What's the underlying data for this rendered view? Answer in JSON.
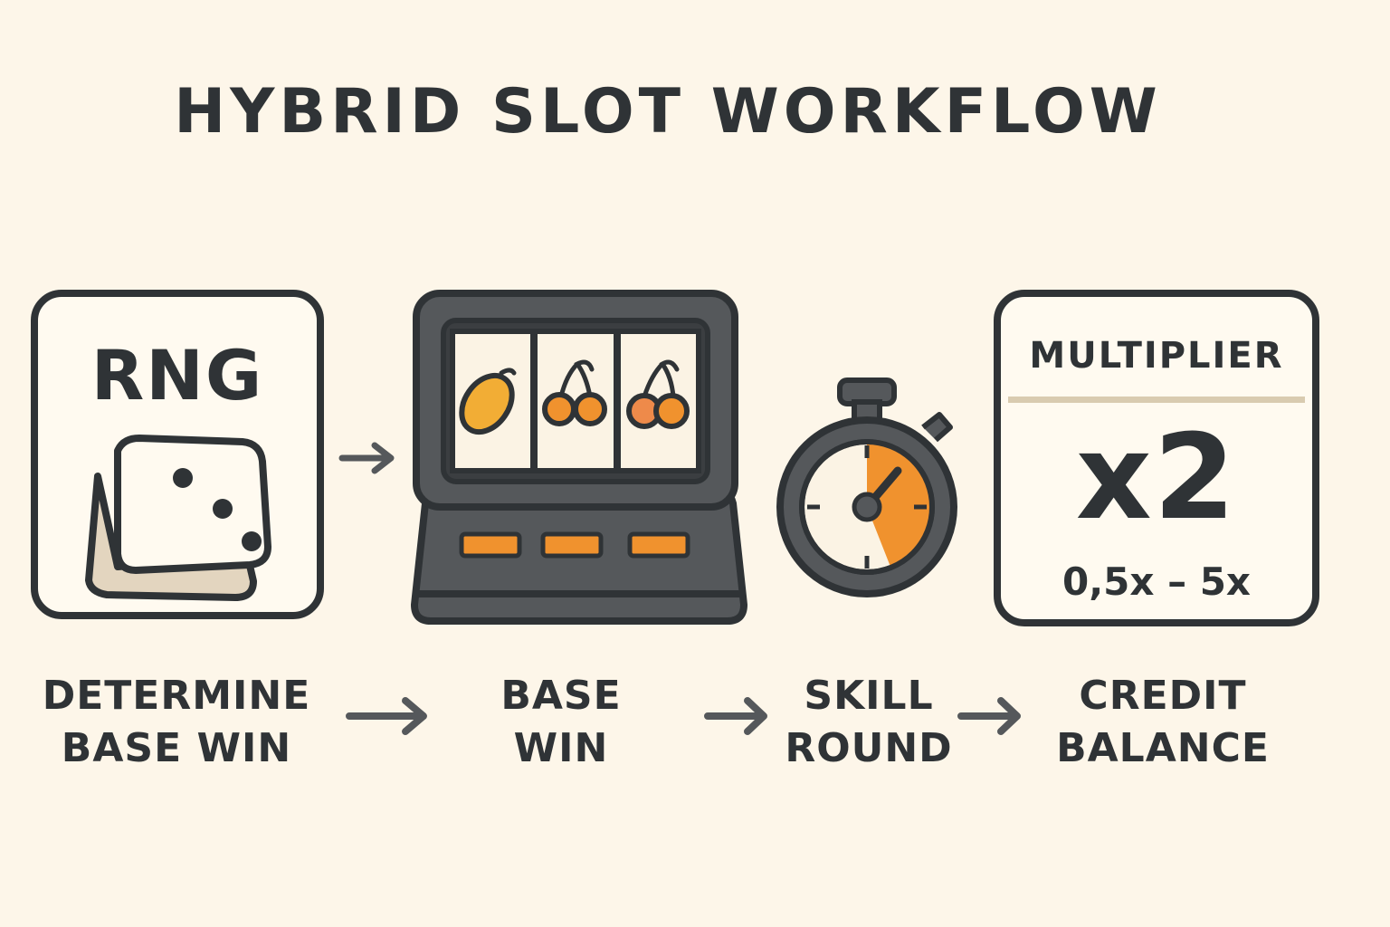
{
  "title": "HYBRID SLOT WORKFLOW",
  "rng_card": {
    "heading": "RNG",
    "icon": "dice-icon"
  },
  "slot_machine": {
    "icon": "slot-machine-icon",
    "reels": [
      "lemon-icon",
      "cherry-icon",
      "cherry-icon"
    ]
  },
  "timer": {
    "icon": "stopwatch-icon"
  },
  "multiplier_card": {
    "heading": "MULTIPLIER",
    "value": "x2",
    "range": "0,5x – 5x"
  },
  "steps": [
    {
      "line1": "DETERMINE",
      "line2": "BASE WIN"
    },
    {
      "line1": "BASE",
      "line2": "WIN"
    },
    {
      "line1": "SKILL",
      "line2": "ROUND"
    },
    {
      "line1": "CREDIT",
      "line2": "BALANCE"
    }
  ],
  "colors": {
    "background": "#fdf6e9",
    "ink": "#2f3336",
    "accent_orange": "#f0922e",
    "lemon_yellow": "#f2ad35",
    "machine_body": "#55585b",
    "divider_tan": "#d9cbb0"
  }
}
